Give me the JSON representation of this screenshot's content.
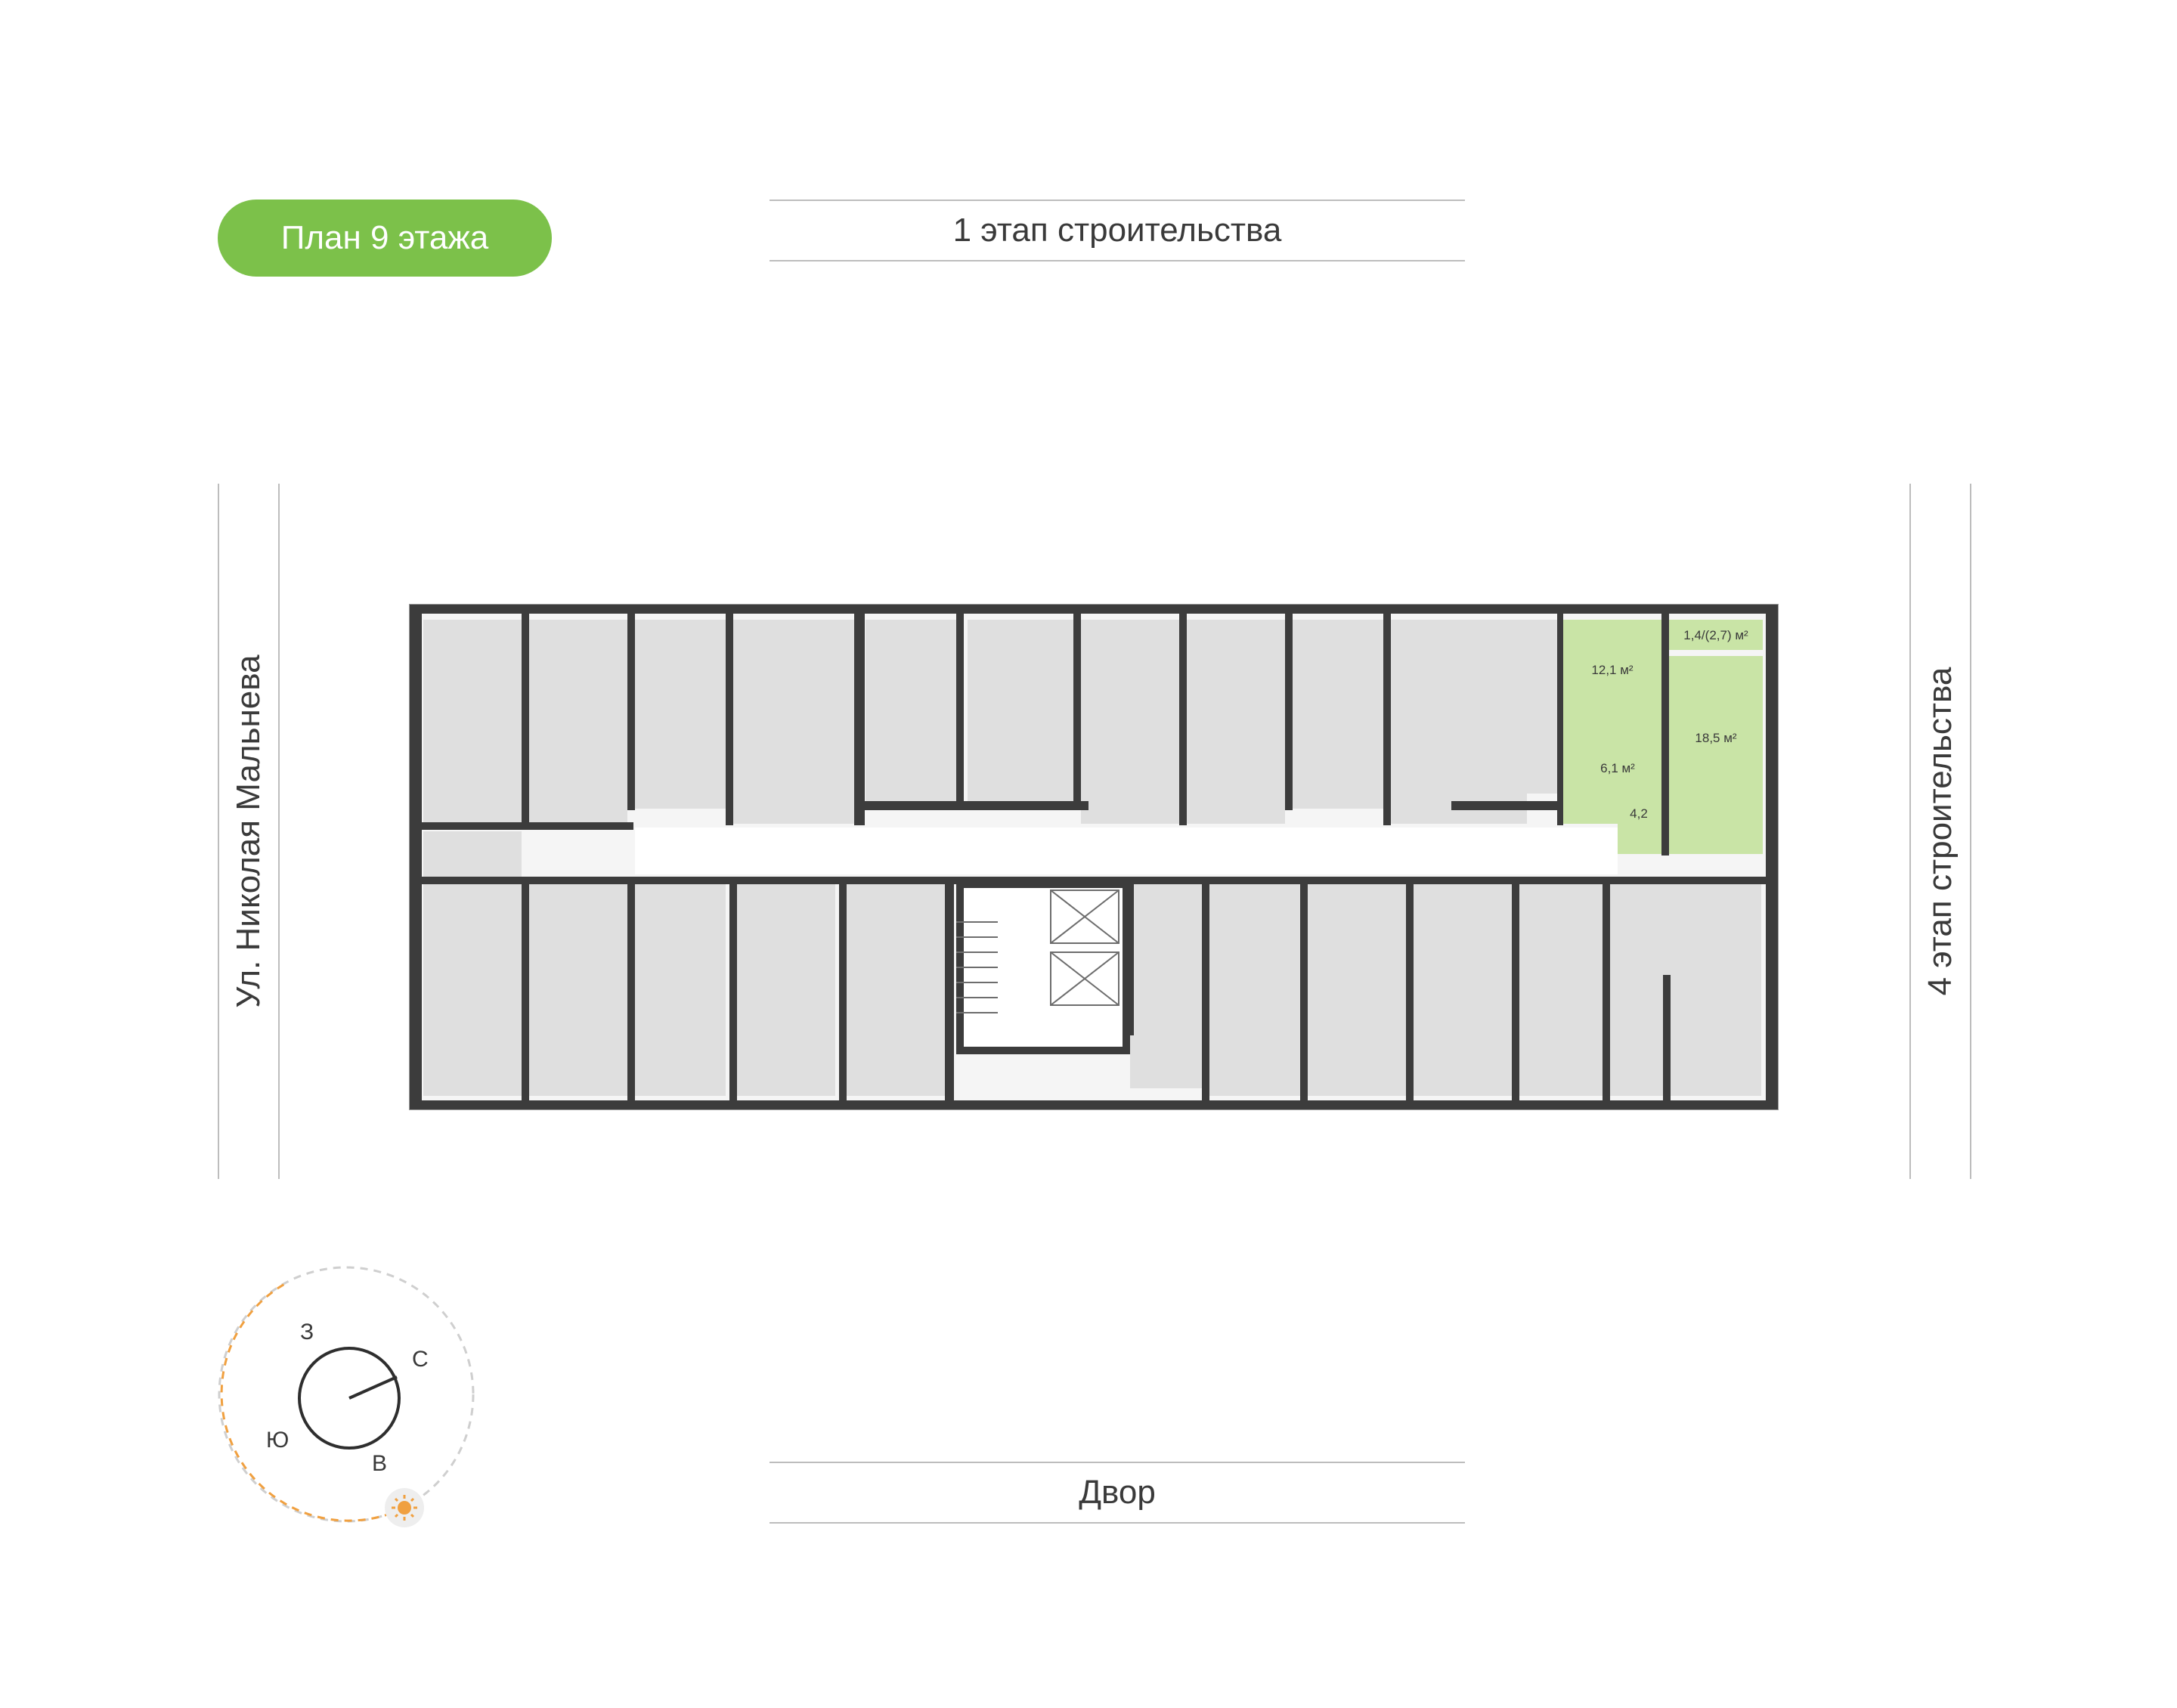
{
  "floor_badge": "План 9 этажа",
  "labels": {
    "top": "1 этап строительства",
    "bottom": "Двор",
    "left": "Ул. Николая Мальнева",
    "right": "4 этап строительства"
  },
  "apartment": {
    "rooms": [
      {
        "id": "room-1",
        "area": "12,1 м²"
      },
      {
        "id": "balcony",
        "area": "1,4/(2,7) м²"
      },
      {
        "id": "room-2",
        "area": "18,5 м²"
      },
      {
        "id": "hall",
        "area": "6,1 м²"
      },
      {
        "id": "bath",
        "area": "4,2"
      }
    ],
    "highlight_color": "#c9e4a6"
  },
  "compass": {
    "directions": {
      "north": "С",
      "south": "Ю",
      "west": "З",
      "east": "В"
    },
    "sun_icon": "sun-icon"
  },
  "colors": {
    "badge": "#7cc14a",
    "walls": "#3c3c3c",
    "rooms": "#dfdfdf",
    "sun_path": "#f0a040"
  }
}
